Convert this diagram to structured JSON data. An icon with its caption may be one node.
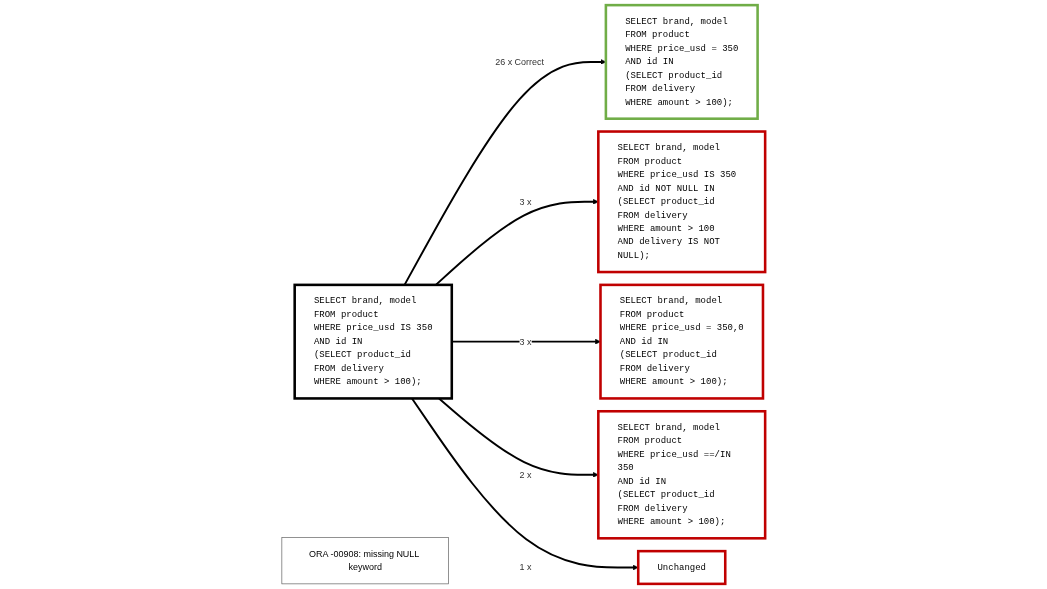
{
  "diagram": {
    "nodes": [
      {
        "text": [
          "SELECT brand, model",
          "FROM product",
          "WHERE price_usd IS 350",
          "AND id IN",
          "(SELECT product_id",
          "FROM delivery",
          "WHERE amount > 100);"
        ]
      },
      {
        "text": [
          "SELECT brand, model",
          "FROM product",
          "WHERE price_usd = 350",
          "AND id IN",
          "(SELECT product_id",
          "FROM delivery",
          "WHERE amount > 100);"
        ]
      },
      {
        "text": [
          "SELECT brand, model",
          "FROM product",
          "WHERE price_usd IS 350",
          "AND id NOT NULL IN",
          "(SELECT product_id",
          "FROM delivery",
          "WHERE amount > 100",
          "AND delivery IS NOT NULL);"
        ]
      },
      {
        "text": [
          "SELECT brand, model",
          "FROM product",
          "WHERE price_usd = 350,0",
          "AND id IN",
          "(SELECT product_id",
          "FROM delivery",
          "WHERE amount > 100);"
        ]
      },
      {
        "text": [
          "SELECT brand, model",
          "FROM product",
          "WHERE price_usd ==/IN 350",
          "AND id IN",
          "(SELECT product_id",
          "FROM delivery",
          "WHERE amount > 100);"
        ]
      },
      {
        "text": [
          "Unchanged"
        ]
      },
      {
        "text": [
          "ORA -00908: missing NULL keyword"
        ]
      }
    ],
    "edges": [
      {
        "from": 0,
        "to": 1,
        "arrow": "to",
        "label": "26 x Correct"
      },
      {
        "from": 0,
        "to": 2,
        "arrow": "to",
        "label": "3 x"
      },
      {
        "from": 0,
        "to": 3,
        "arrow": "to",
        "label": "3 x"
      },
      {
        "from": 0,
        "to": 4,
        "arrow": "to",
        "label": "2 x"
      },
      {
        "from": 0,
        "to": 5,
        "arrow": "to",
        "label": "1 x"
      }
    ]
  }
}
